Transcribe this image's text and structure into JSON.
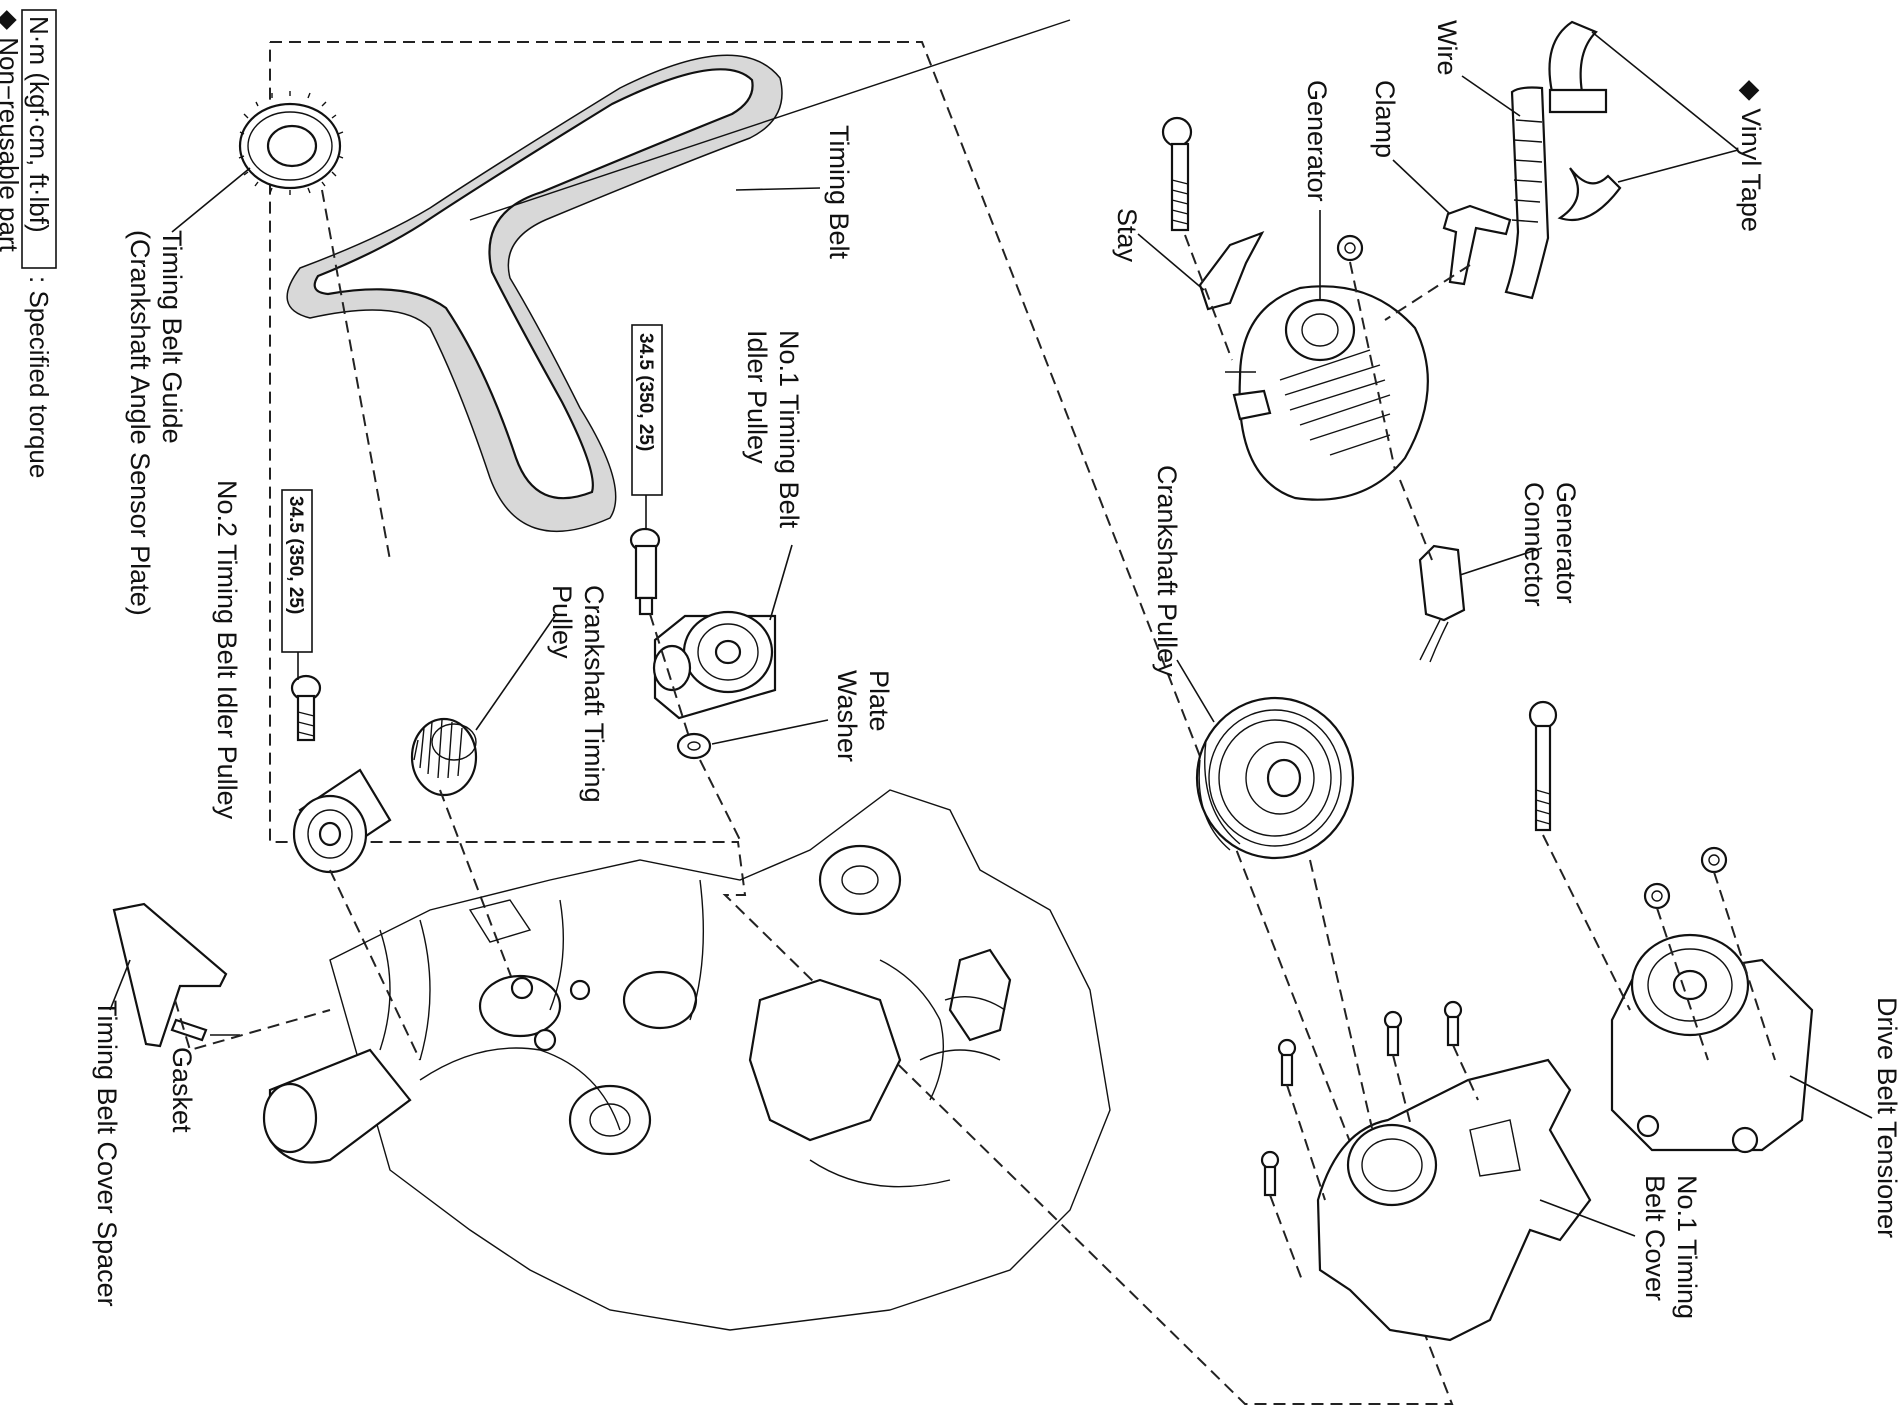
{
  "legend": {
    "torque_unit": "N·m (kgf·cm, ft·lbf)",
    "torque_desc": ": Specified torque",
    "nonreusable": "◆ Non−reusable part"
  },
  "torque": {
    "idler1": "34.5 (350, 25)",
    "idler2": "34.5 (350, 25)"
  },
  "labels": {
    "vinyl_tape": "◆ Vinyl Tape",
    "wire": "Wire",
    "clamp": "Clamp",
    "generator": "Generator",
    "stay": "Stay",
    "generator_connector_1": "Generator",
    "generator_connector_2": "Connector",
    "crankshaft_pulley": "Crankshaft Pulley",
    "drive_belt_tensioner": "Drive Belt Tensioner",
    "no1_cover_1": "No.1 Timing",
    "no1_cover_2": "Belt Cover",
    "timing_belt": "Timing Belt",
    "no1_idler_1": "No.1 Timing Belt",
    "no1_idler_2": "Idler Pulley",
    "plate_washer_1": "Plate",
    "plate_washer_2": "Washer",
    "crank_timing_1": "Crankshaft Timing",
    "crank_timing_2": "Pulley",
    "guide_1": "Timing Belt Guide",
    "guide_2": "(Crankshaft Angle Sensor Plate)",
    "no2_idler": "No.2 Timing Belt Idler Pulley",
    "gasket": "Gasket",
    "cover_spacer": "Timing Belt Cover Spacer"
  }
}
